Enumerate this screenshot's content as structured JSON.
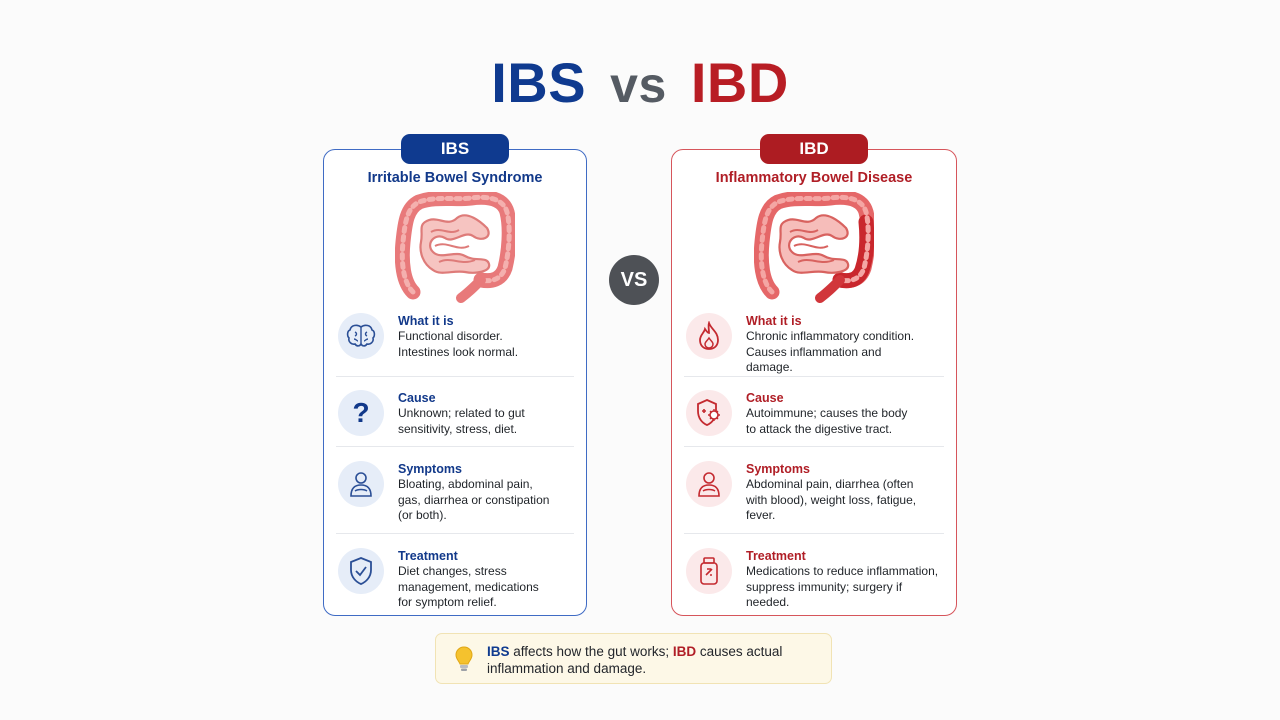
{
  "title": {
    "left": "IBS",
    "middle": "vs",
    "right": "IBD"
  },
  "vs_badge": "VS",
  "ibs": {
    "badge": "IBS",
    "subtitle": "Irritable Bowel Syndrome",
    "what": {
      "label": "What it is",
      "desc": "Functional disorder.\nIntestines look normal.",
      "icon": "brain-icon"
    },
    "cause": {
      "label": "Cause",
      "desc": "Unknown; related to gut\nsensitivity, stress, diet.",
      "icon": "question-mark-icon"
    },
    "symptoms": {
      "label": "Symptoms",
      "desc": "Bloating, abdominal pain,\ngas, diarrhea or constipation\n(or both).",
      "icon": "person-holding-stomach-icon"
    },
    "treatment": {
      "label": "Treatment",
      "desc": "Diet changes, stress\nmanagement, medications\nfor symptom relief.",
      "icon": "shield-check-icon"
    }
  },
  "ibd": {
    "badge": "IBD",
    "subtitle": "Inflammatory Bowel Disease",
    "what": {
      "label": "What it is",
      "desc": "Chronic inflammatory condition.\nCauses inflammation and\ndamage.",
      "icon": "flame-icon"
    },
    "cause": {
      "label": "Cause",
      "desc": "Autoimmune; causes the body\nto attack the digestive tract.",
      "icon": "shield-virus-icon"
    },
    "symptoms": {
      "label": "Symptoms",
      "desc": "Abdominal pain, diarrhea (often\nwith blood), weight loss, fatigue,\nfever.",
      "icon": "person-holding-stomach-icon"
    },
    "treatment": {
      "label": "Treatment",
      "desc": "Medications to reduce inflammation,\nsuppress immunity; surgery if\nneeded.",
      "icon": "medicine-bottle-icon"
    }
  },
  "note": {
    "ibs": "IBS",
    "part1": " affects how the gut works; ",
    "ibd": "IBD",
    "part2": " causes actual inflammation and damage.",
    "icon": "lightbulb-icon"
  },
  "colors": {
    "ibs": "#0f3a8f",
    "ibd": "#b01e26",
    "vs": "#4e5156"
  }
}
